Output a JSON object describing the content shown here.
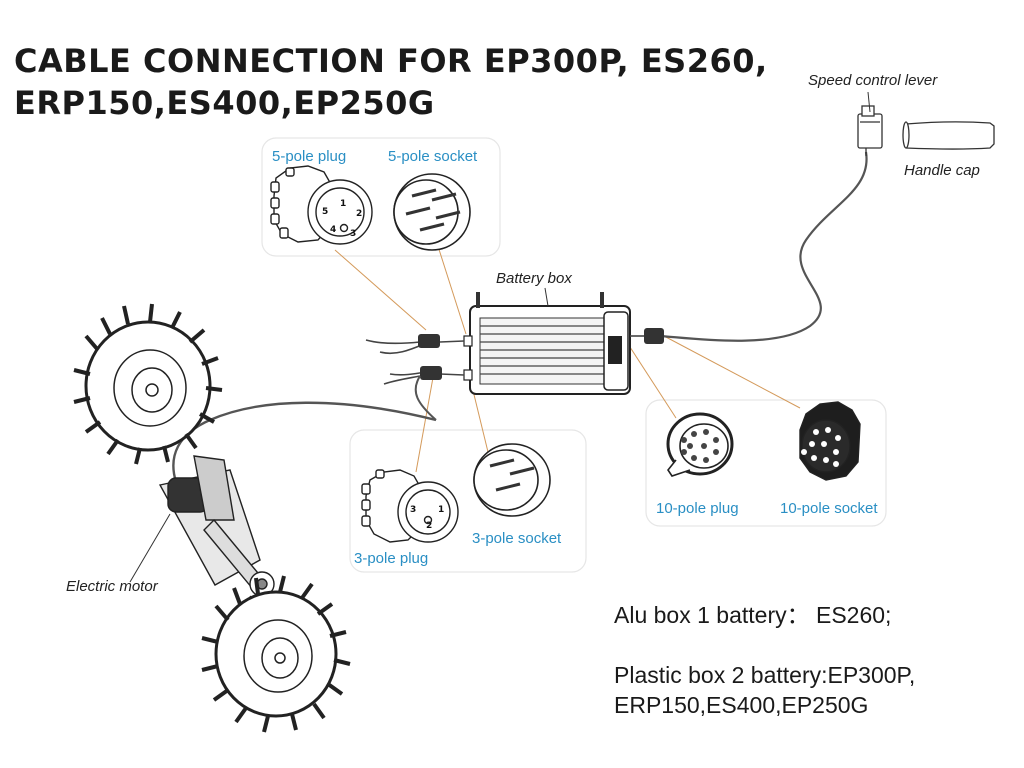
{
  "title": {
    "line1": "CABLE CONNECTION FOR EP300P, ES260,",
    "line2": "ERP150,ES400,EP250G"
  },
  "labels": {
    "speed_control_lever": "Speed control lever",
    "handle_cap": "Handle cap",
    "battery_box": "Battery box",
    "electric_motor": "Electric motor"
  },
  "connectors": {
    "five_pole_plug": "5-pole plug",
    "five_pole_socket": "5-pole socket",
    "three_pole_plug": "3-pole plug",
    "three_pole_socket": "3-pole socket",
    "ten_pole_plug": "10-pole plug",
    "ten_pole_socket": "10-pole socket"
  },
  "pin_numbers": {
    "five_pole": [
      "1",
      "2",
      "3",
      "4",
      "5"
    ],
    "three_pole": [
      "1",
      "2",
      "3"
    ]
  },
  "notes": {
    "alu_box": "Alu box 1 battery：  ES260;",
    "plastic_box_line1": "Plastic box 2 battery:EP300P,",
    "plastic_box_line2": "ERP150,ES400,EP250G"
  }
}
